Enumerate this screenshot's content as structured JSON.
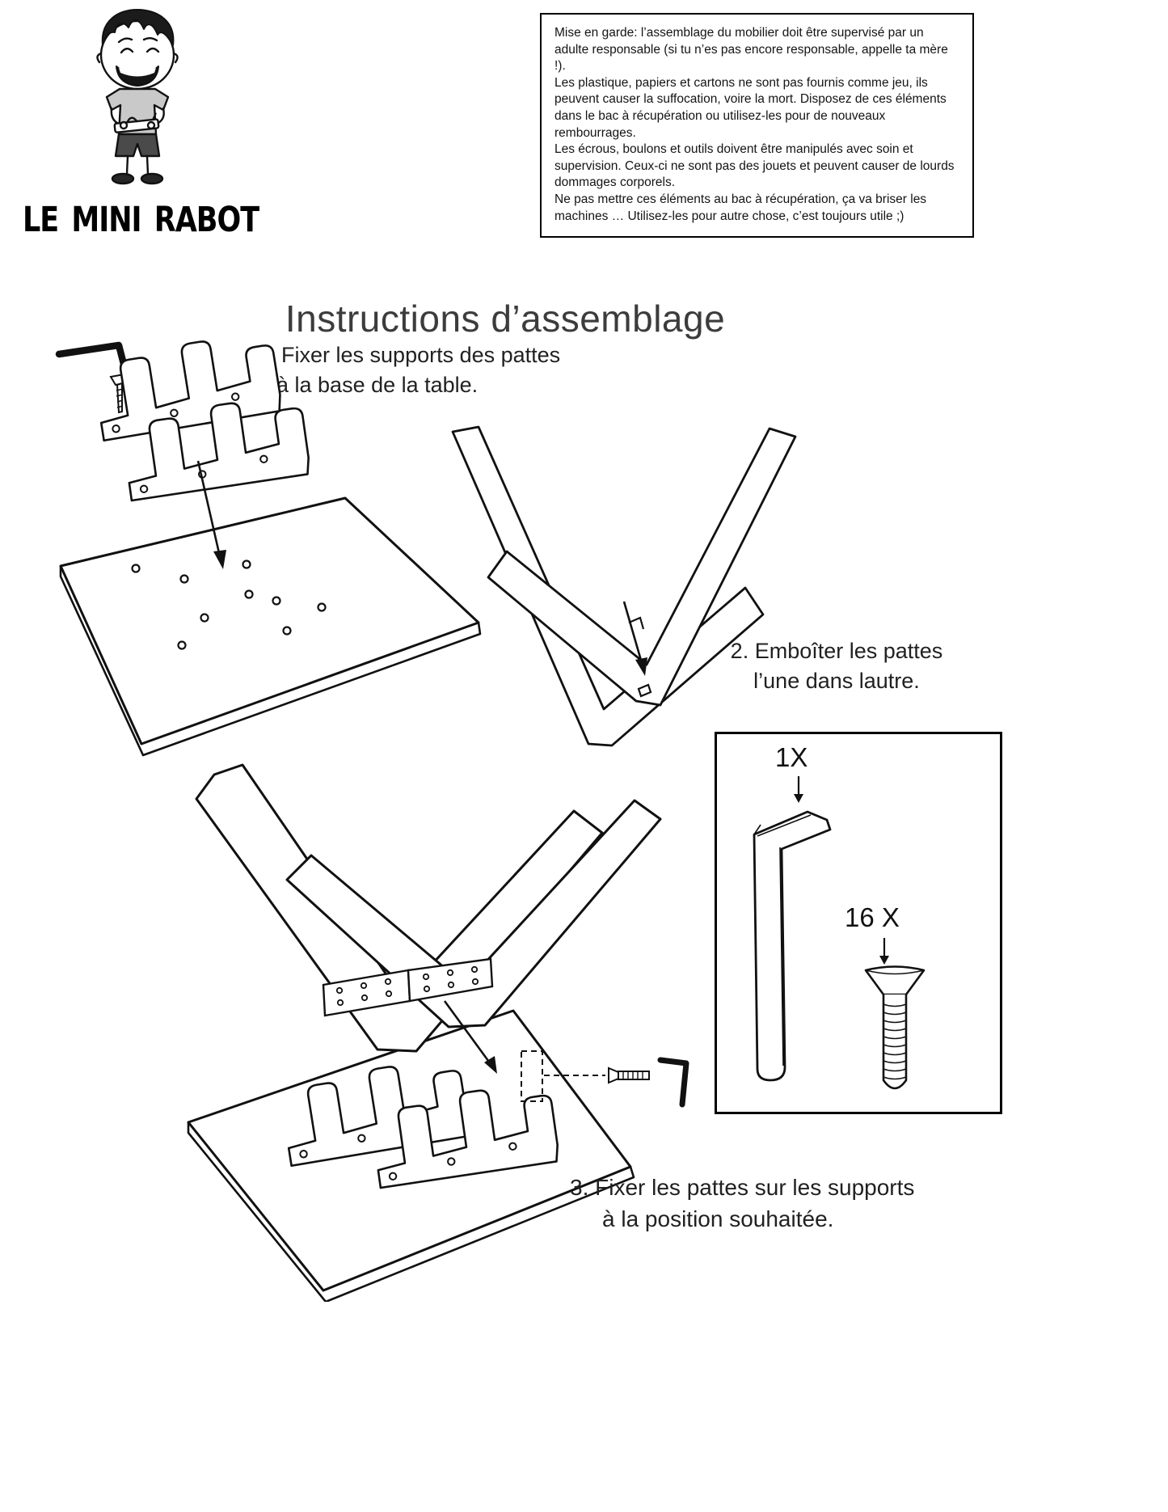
{
  "title": "Instructions d’assemblage",
  "logo": {
    "brand": "LE MINI RABOT",
    "mascot": "boy-with-hand-plane-illustration"
  },
  "warning": {
    "paragraphs": [
      "Mise en garde:  l’assemblage du mobilier doit être supervisé par un adulte responsable (si tu n’es pas encore responsable, appelle ta mère !).",
      "Les plastique, papiers et cartons ne sont pas fournis comme jeu, ils peuvent causer la suffocation, voire la mort. Disposez de ces éléments dans le bac à récupération ou utilisez-les pour de nouveaux rembourrages.",
      "Les écrous, boulons et outils doivent être manipulés avec soin et supervision. Ceux-ci ne sont pas des jouets et peuvent causer de lourds dommages corporels.",
      "Ne pas mettre ces éléments au bac à récupération, ça va briser les machines … Utilisez-les pour autre chose, c’est toujours utile ;)"
    ]
  },
  "steps": {
    "step1": {
      "line1": "1. Fixer les supports des pattes",
      "line2": "à la base de la table."
    },
    "step2": {
      "line1": "2. Emboîter les pattes",
      "line2": "l’une dans lautre."
    },
    "step3": {
      "line1": "3. Fixer les pattes sur les supports",
      "line2": "à la position souhaitée."
    }
  },
  "hardware": {
    "allen_label": "1X",
    "screw_label": "16 X",
    "items": [
      "allen-key",
      "countersunk-screw"
    ]
  },
  "illustrations": {
    "step1": "leg-supports-above-tabletop-with-screw-holes",
    "step2": "two-legs-interlocking",
    "step3": "legs-fixed-on-inverted-tabletop-with-screw-and-allen-key"
  },
  "colors": {
    "ink": "#111111",
    "paper": "#ffffff"
  }
}
